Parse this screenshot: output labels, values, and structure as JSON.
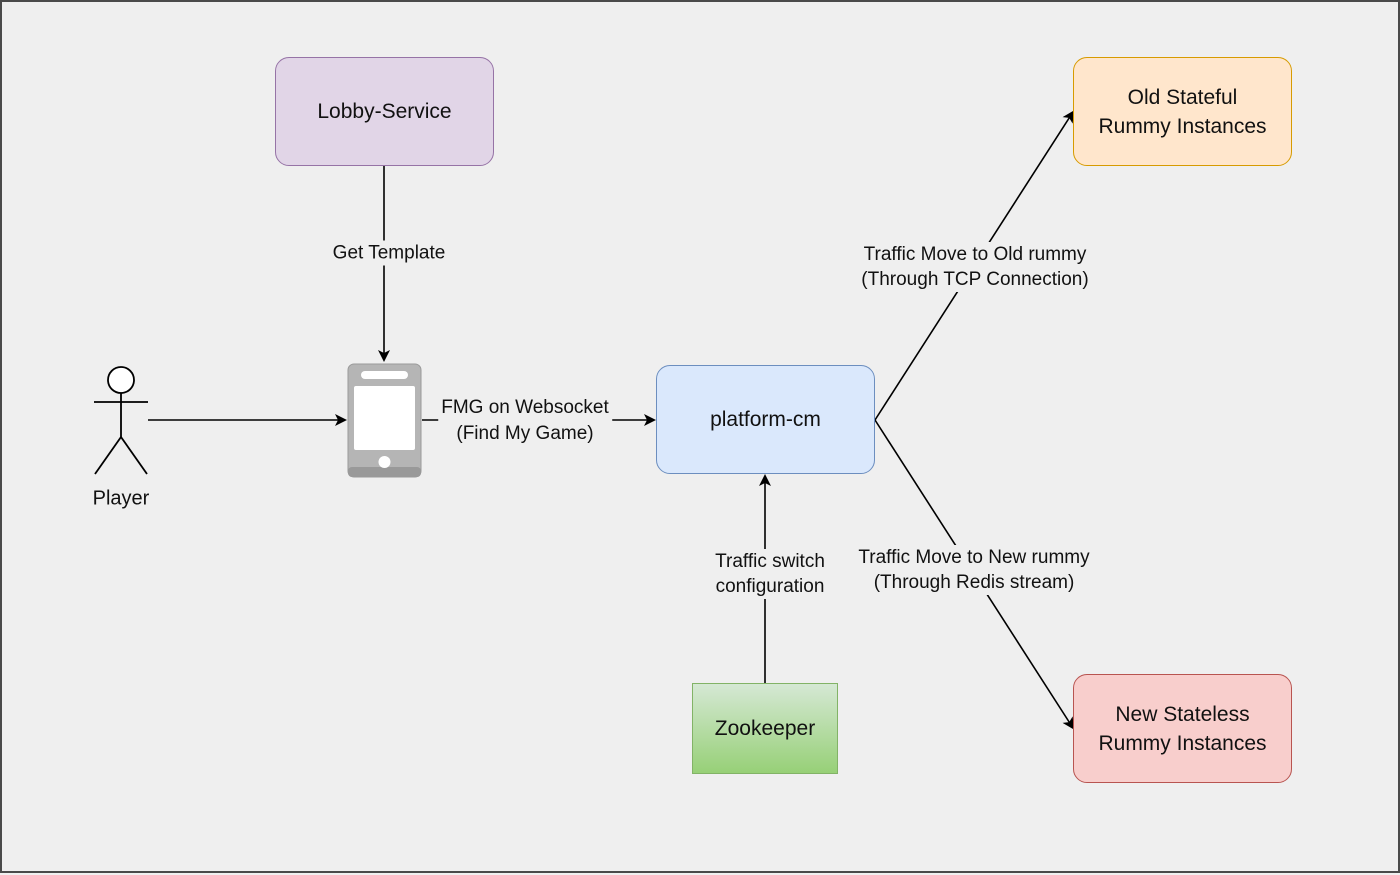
{
  "nodes": {
    "lobby": "Lobby-Service",
    "platform": "platform-cm",
    "old": "Old Stateful\nRummy Instances",
    "new": "New Stateless\nRummy Instances",
    "zookeeper": "Zookeeper",
    "player": "Player"
  },
  "edges": {
    "get_template": "Get Template",
    "fmg": "FMG on Websocket\n(Find My Game)",
    "to_old": "Traffic Move to Old rummy\n(Through TCP Connection)",
    "to_new": "Traffic Move to New rummy\n(Through Redis stream)",
    "switch": "Traffic switch\nconfiguration"
  },
  "icons": {
    "actor": "person-stick-figure-icon",
    "device": "mobile-phone-icon"
  },
  "colors": {
    "lobby_fill": "#e1d5e7",
    "platform_fill": "#dae8fc",
    "old_fill": "#ffe6cc",
    "new_fill": "#f8cecc",
    "zookeeper_fill": "#d5e8d4"
  }
}
